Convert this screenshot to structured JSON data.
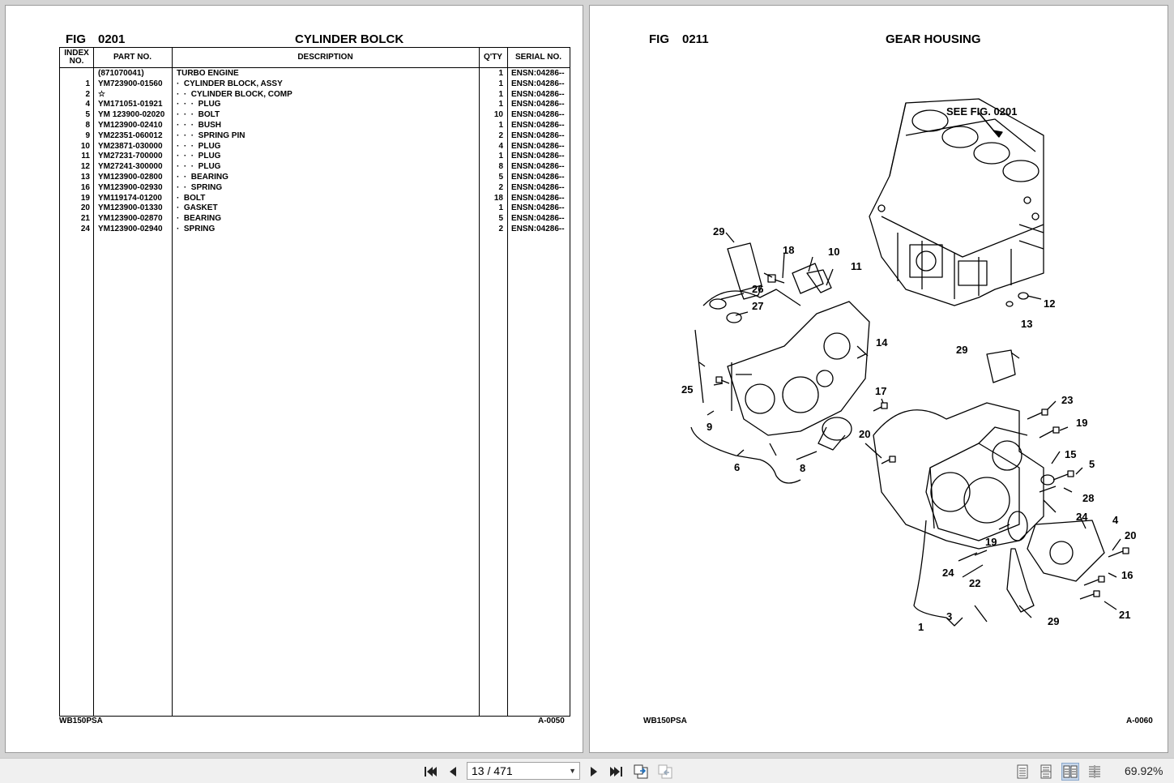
{
  "left_page": {
    "fig_label": "FIG",
    "fig_number": "0201",
    "title": "CYLINDER BOLCK",
    "headers": {
      "index": "INDEX NO.",
      "part_no": "PART NO.",
      "description": "DESCRIPTION",
      "qty": "Q'TY",
      "serial": "SERIAL NO."
    },
    "rows": [
      {
        "index": "",
        "part": "(871070041)",
        "desc": "TURBO ENGINE",
        "qty": "1",
        "serial": "ENSN:04286--"
      },
      {
        "index": "1",
        "part": "YM723900-01560",
        "desc": "·  CYLINDER BLOCK, ASSY",
        "qty": "1",
        "serial": "ENSN:04286--"
      },
      {
        "index": "2",
        "part": "☆",
        "desc": "·  ·  CYLINDER BLOCK, COMP",
        "qty": "1",
        "serial": "ENSN:04286--"
      },
      {
        "index": "4",
        "part": "YM171051-01921",
        "desc": "·  ·  ·  PLUG",
        "qty": "1",
        "serial": "ENSN:04286--"
      },
      {
        "index": "5",
        "part": "YM 123900-02020",
        "desc": "·  ·  ·  BOLT",
        "qty": "10",
        "serial": "ENSN:04286--"
      },
      {
        "index": "8",
        "part": "YM123900-02410",
        "desc": "·  ·  ·  BUSH",
        "qty": "1",
        "serial": "ENSN:04286--"
      },
      {
        "index": "9",
        "part": "YM22351-060012",
        "desc": "·  ·  ·  SPRING PIN",
        "qty": "2",
        "serial": "ENSN:04286--"
      },
      {
        "index": "10",
        "part": "YM23871-030000",
        "desc": "·  ·  ·  PLUG",
        "qty": "4",
        "serial": "ENSN:04286--"
      },
      {
        "index": "11",
        "part": "YM27231-700000",
        "desc": "·  ·  ·  PLUG",
        "qty": "1",
        "serial": "ENSN:04286--"
      },
      {
        "index": "12",
        "part": "YM27241-300000",
        "desc": "·  ·  ·  PLUG",
        "qty": "8",
        "serial": "ENSN:04286--"
      },
      {
        "index": "13",
        "part": "YM123900-02800",
        "desc": "·  ·  BEARING",
        "qty": "5",
        "serial": "ENSN:04286--"
      },
      {
        "index": "16",
        "part": "YM123900-02930",
        "desc": "·  ·  SPRING",
        "qty": "2",
        "serial": "ENSN:04286--"
      },
      {
        "index": "19",
        "part": "YM119174-01200",
        "desc": "·  BOLT",
        "qty": "18",
        "serial": "ENSN:04286--"
      },
      {
        "index": "20",
        "part": "YM123900-01330",
        "desc": "·  GASKET",
        "qty": "1",
        "serial": "ENSN:04286--"
      },
      {
        "index": "21",
        "part": "YM123900-02870",
        "desc": "·  BEARING",
        "qty": "5",
        "serial": "ENSN:04286--"
      },
      {
        "index": "24",
        "part": "YM123900-02940",
        "desc": "·  SPRING",
        "qty": "2",
        "serial": "ENSN:04286--"
      }
    ],
    "footer_model": "WB150PSA",
    "footer_code": "A-0050"
  },
  "right_page": {
    "fig_label": "FIG",
    "fig_number": "0211",
    "title": "GEAR HOUSING",
    "see_fig": "SEE FIG. 0201",
    "callouts": [
      "29",
      "18",
      "10",
      "11",
      "26",
      "27",
      "14",
      "25",
      "17",
      "9",
      "20",
      "6",
      "8",
      "29",
      "23",
      "19",
      "15",
      "5",
      "28",
      "24",
      "4",
      "20",
      "19",
      "16",
      "24",
      "22",
      "21",
      "3",
      "29",
      "1",
      "12",
      "13"
    ],
    "footer_model": "WB150PSA",
    "footer_code": "A-0060"
  },
  "toolbar": {
    "page_current": "13",
    "page_total": "471",
    "page_display": "13 / 471",
    "zoom": "69.92%"
  }
}
